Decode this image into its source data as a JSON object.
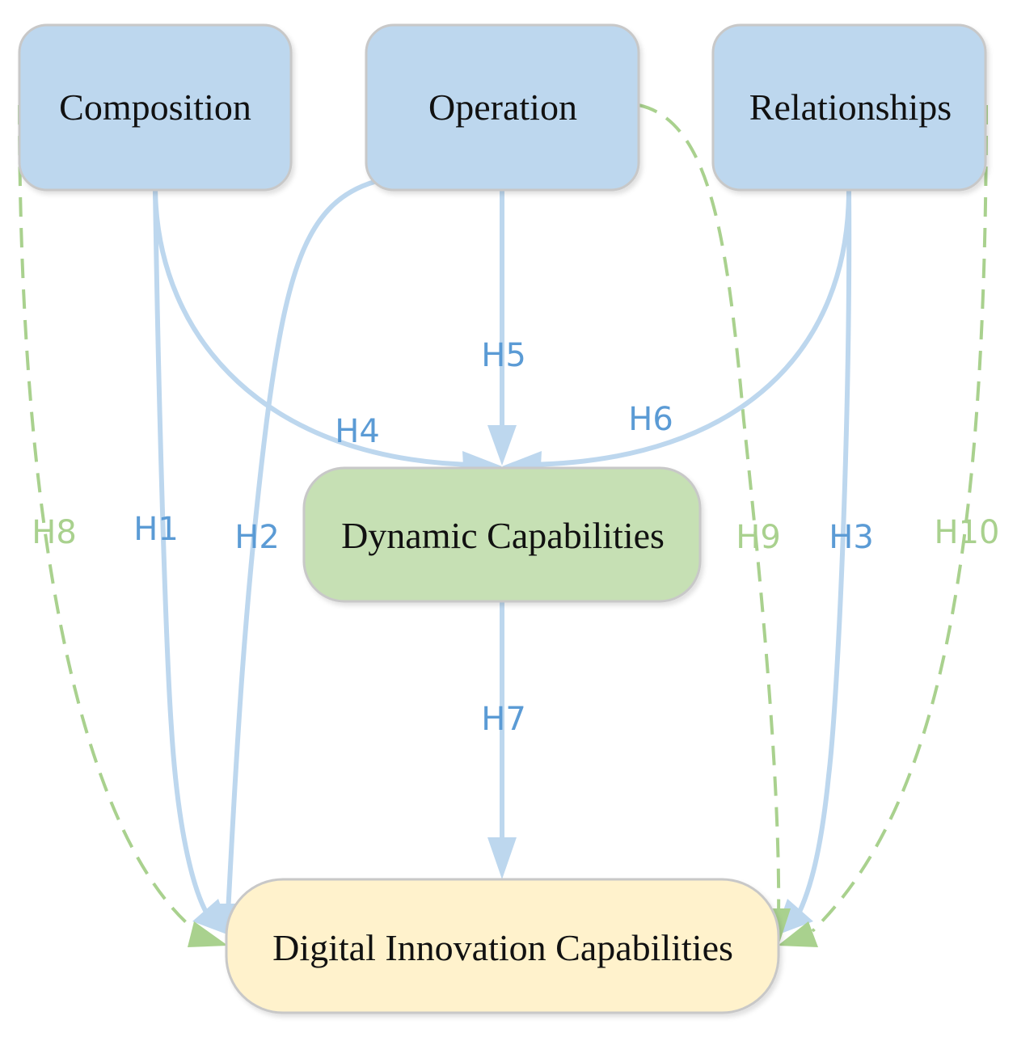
{
  "colors": {
    "construct_fill": "#bdd7ee",
    "mediator_fill": "#c6e0b4",
    "outcome_fill": "#fff2cc",
    "node_border": "#c8c8c8",
    "direct_edge": "#bdd7ee",
    "direct_label": "#5b9bd5",
    "moderated_edge": "#a9d18e",
    "moderated_label": "#a9d18e"
  },
  "nodes": {
    "composition": "Composition",
    "operation": "Operation",
    "relationships": "Relationships",
    "dynamic": "Dynamic Capabilities",
    "digital": "Digital Innovation Capabilities"
  },
  "edges": {
    "h1": "H1",
    "h2": "H2",
    "h3": "H3",
    "h4": "H4",
    "h5": "H5",
    "h6": "H6",
    "h7": "H7",
    "h8": "H8",
    "h9": "H9",
    "h10": "H10"
  }
}
